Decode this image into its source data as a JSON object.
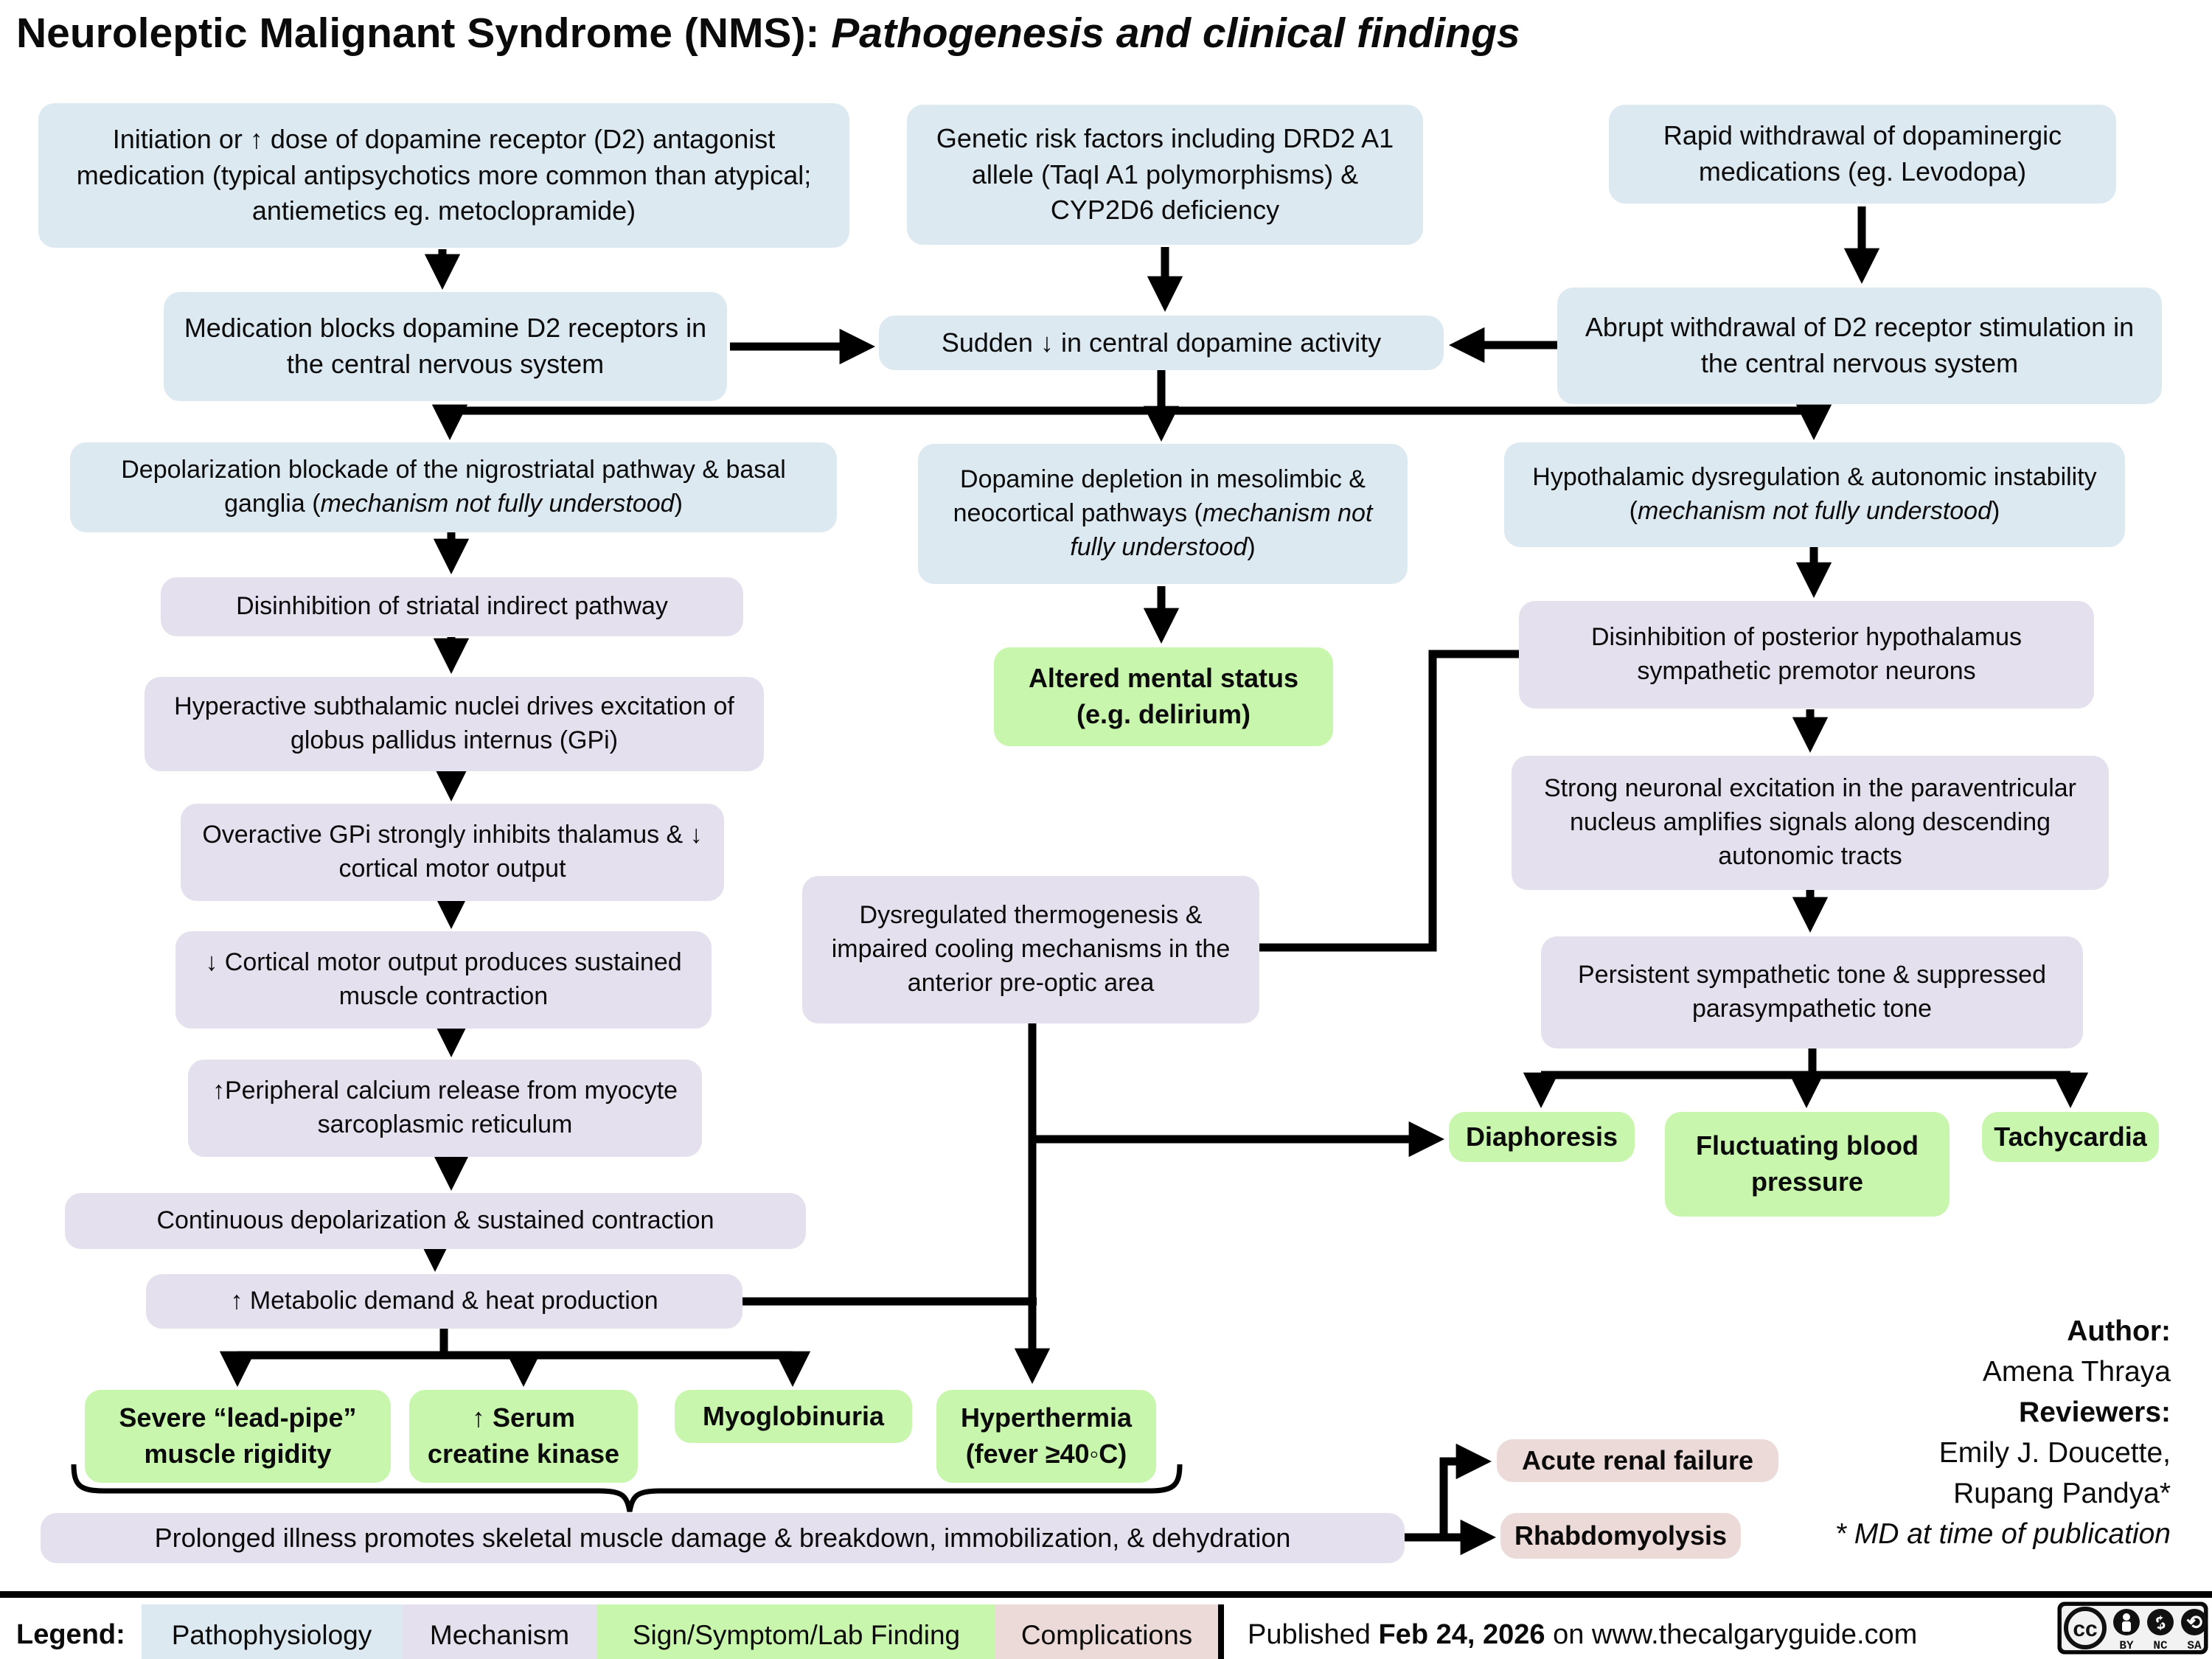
{
  "title": {
    "main": "Neuroleptic Malignant Syndrome (NMS): ",
    "italic": "Pathogenesis and clinical findings"
  },
  "nodes": {
    "initiation": {
      "text": "Initiation or ↑ dose of dopamine receptor (D2) antagonist medication (typical antipsychotics more common than atypical; antiemetics eg. metoclopramide)"
    },
    "genetic": {
      "text": "Genetic risk factors including DRD2 A1 allele (TaqI A1 polymorphisms) & CYP2D6 deficiency"
    },
    "rapid_withdrawal": {
      "text": "Rapid withdrawal of dopaminergic medications (eg. Levodopa)"
    },
    "medication_blocks": {
      "text": "Medication blocks dopamine D2 receptors in the central nervous system"
    },
    "sudden_decrease": {
      "text": "Sudden ↓ in central dopamine activity"
    },
    "abrupt_withdrawal": {
      "text": "Abrupt withdrawal of D2 receptor stimulation in the central nervous system"
    },
    "depolarization": {
      "pre": "Depolarization blockade of the nigrostriatal pathway & basal ganglia (",
      "em": "mechanism not fully understood",
      "post": ")"
    },
    "dopamine_depletion": {
      "pre": "Dopamine depletion in mesolimbic & neocortical pathways (",
      "em": "mechanism not fully understood",
      "post": ")"
    },
    "hypothalamic": {
      "pre": "Hypothalamic dysregulation & autonomic instability (",
      "em": "mechanism not fully understood",
      "post": ")"
    },
    "disinhibition_striatal": {
      "text": "Disinhibition of striatal indirect pathway"
    },
    "hyperactive_subthalamic": {
      "text": "Hyperactive subthalamic nuclei drives excitation of globus pallidus internus (GPi)"
    },
    "overactive_gpi": {
      "text": "Overactive GPi strongly inhibits thalamus & ↓ cortical motor output"
    },
    "cortical_output": {
      "text": "↓ Cortical motor output produces sustained muscle contraction"
    },
    "calcium_release": {
      "text": "↑Peripheral calcium release from myocyte sarcoplasmic reticulum"
    },
    "continuous_depolarization": {
      "text": "Continuous depolarization & sustained contraction"
    },
    "metabolic_demand": {
      "text": "↑ Metabolic demand & heat production"
    },
    "altered_mental": {
      "text": "Altered mental status (e.g. delirium)"
    },
    "thermogenesis": {
      "text": "Dysregulated thermogenesis & impaired cooling mechanisms in the anterior pre-optic area"
    },
    "disinhibition_posterior": {
      "text": "Disinhibition of posterior hypothalamus sympathetic premotor neurons"
    },
    "strong_excitation": {
      "text": "Strong neuronal excitation in the paraventricular nucleus amplifies signals along descending autonomic tracts"
    },
    "persistent_tone": {
      "text": "Persistent sympathetic tone & suppressed parasympathetic tone"
    },
    "diaphoresis": {
      "text": "Diaphoresis"
    },
    "fluctuating_bp": {
      "text": "Fluctuating blood pressure"
    },
    "tachycardia": {
      "text": "Tachycardia"
    },
    "lead_pipe": {
      "text": "Severe “lead-pipe” muscle rigidity"
    },
    "serum_ck": {
      "text": "↑ Serum creatine kinase"
    },
    "myoglobinuria": {
      "text": "Myoglobinuria"
    },
    "hyperthermia": {
      "text": "Hyperthermia (fever ≥40◦C)"
    },
    "prolonged_illness": {
      "text": "Prolonged illness promotes skeletal muscle damage & breakdown, immobilization, & dehydration"
    },
    "acute_renal": {
      "text": "Acute renal failure"
    },
    "rhabdomyolysis": {
      "text": "Rhabdomyolysis"
    }
  },
  "credits": {
    "author_label": "Author:",
    "author": "Amena Thraya",
    "reviewers_label": "Reviewers:",
    "reviewer1": "Emily J. Doucette,",
    "reviewer2": "Rupang Pandya*",
    "note": "* MD at time of publication"
  },
  "legend": {
    "label": "Legend:",
    "items": [
      {
        "label": "Pathophysiology",
        "color": "#dde9f1"
      },
      {
        "label": "Mechanism",
        "color": "#e4e0ee"
      },
      {
        "label": "Sign/Symptom/Lab Finding",
        "color": "#c9f6ad"
      },
      {
        "label": "Complications",
        "color": "#ecdad8"
      }
    ]
  },
  "footer": {
    "published_prefix": "Published ",
    "published_date": "Feb 24, 2026",
    "published_suffix": " on www.thecalgaryguide.com",
    "license_by": "BY",
    "license_nc": "NC",
    "license_sa": "SA",
    "license_cc": "cc"
  }
}
